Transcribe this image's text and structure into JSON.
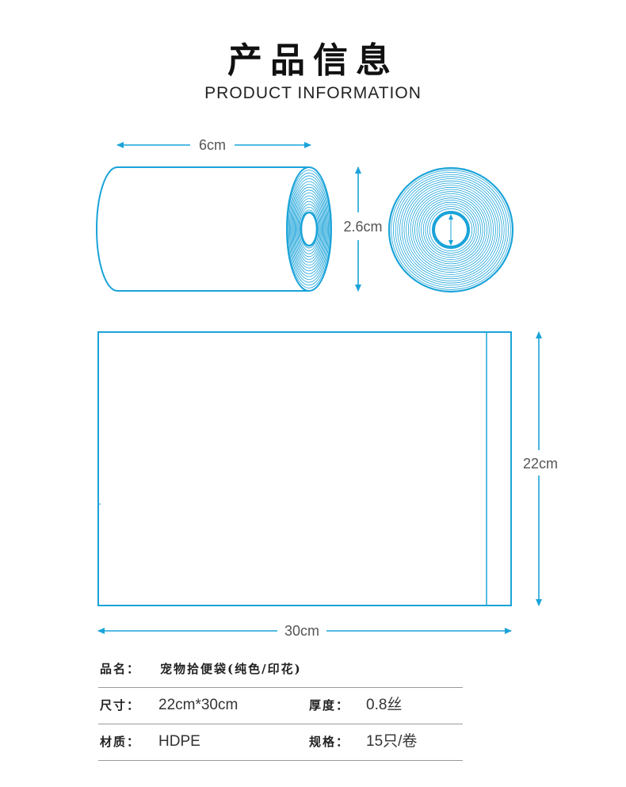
{
  "header": {
    "title_cn": "产品信息",
    "title_en": "PRODUCT INFORMATION"
  },
  "dimensions": {
    "roll_width": "6cm",
    "roll_core": "2.6cm",
    "bag_height": "22cm",
    "bag_width": "30cm"
  },
  "colors": {
    "accent": "#1aa3d9",
    "divider": "#9a9a9a"
  },
  "specs": {
    "name_label": "品名：",
    "name_value": "宠物拾便袋(纯色/印花)",
    "size_label": "尺寸：",
    "size_value": "22cm*30cm",
    "thickness_label": "厚度：",
    "thickness_value": "0.8丝",
    "material_label": "材质：",
    "material_value": "HDPE",
    "spec_label": "规格：",
    "spec_value": "15只/卷"
  }
}
